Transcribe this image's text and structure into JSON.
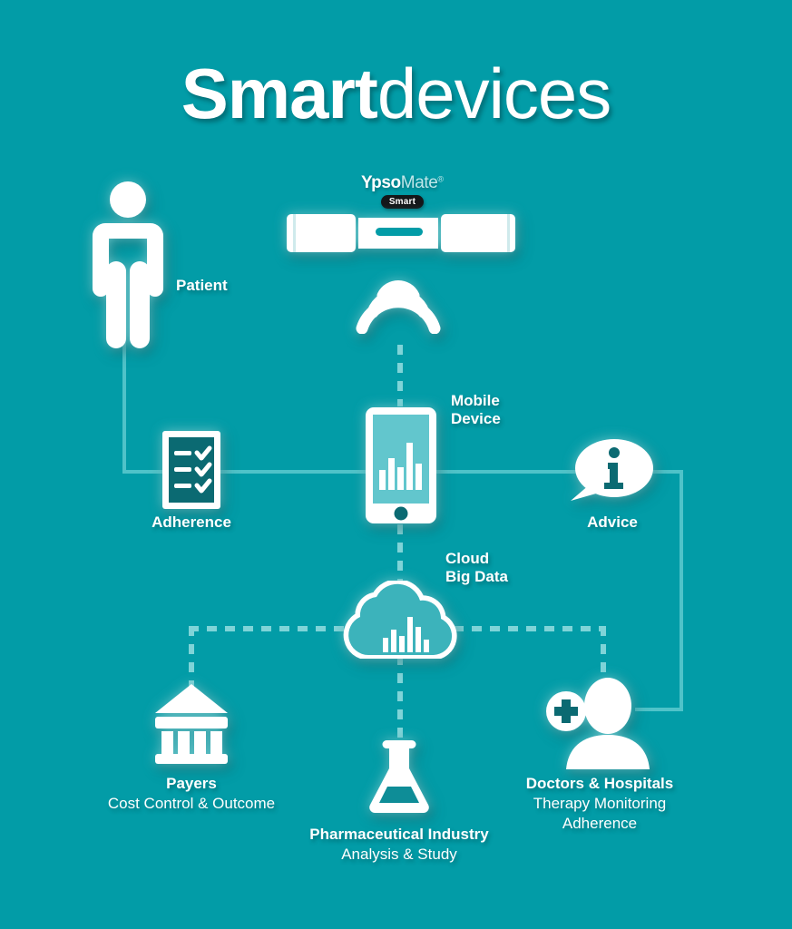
{
  "background_color": "#029ca7",
  "accent_line_color": "#4fc3c9",
  "icon_color": "#ffffff",
  "screen_tint_color": "#62c6cd",
  "title": {
    "bold_part": "Smart",
    "light_part": "devices"
  },
  "device": {
    "logo_bold": "Ypso",
    "logo_light": "Mate",
    "logo_registered": "®",
    "badge": "Smart",
    "icon": "autoinjector-pen-icon"
  },
  "nodes": {
    "patient": {
      "label": "Patient",
      "icon": "person-icon"
    },
    "wireless": {
      "label": "",
      "icon": "wireless-signal-icon"
    },
    "adherence": {
      "label": "Adherence",
      "icon": "checklist-icon"
    },
    "mobile": {
      "label_line1": "Mobile",
      "label_line2": "Device",
      "icon": "smartphone-icon"
    },
    "advice": {
      "label": "Advice",
      "icon": "info-speech-bubble-icon"
    },
    "cloud": {
      "label_line1": "Cloud",
      "label_line2": "Big Data",
      "icon": "cloud-bar-chart-icon"
    },
    "payers": {
      "label": "Payers",
      "sub_lines": [
        "Cost Control & Outcome"
      ],
      "icon": "bank-building-icon"
    },
    "pharma": {
      "label": "Pharmaceutical Industry",
      "sub_lines": [
        "Analysis & Study"
      ],
      "icon": "lab-flask-icon"
    },
    "doctors": {
      "label": "Doctors & Hospitals",
      "sub_lines": [
        "Therapy Monitoring",
        "Adherence"
      ],
      "icon": "doctor-person-cross-icon"
    }
  },
  "chart_data": {
    "type": "bar",
    "title": "",
    "charts": [
      {
        "name": "mobile-device-screen-chart",
        "categories": [
          "1",
          "2",
          "3",
          "4",
          "5"
        ],
        "values": [
          42,
          68,
          48,
          100,
          55
        ]
      },
      {
        "name": "cloud-chart",
        "categories": [
          "1",
          "2",
          "3",
          "4",
          "5",
          "6"
        ],
        "values": [
          40,
          62,
          44,
          100,
          70,
          38
        ]
      }
    ],
    "xlabel": "",
    "ylabel": "",
    "legend": []
  }
}
